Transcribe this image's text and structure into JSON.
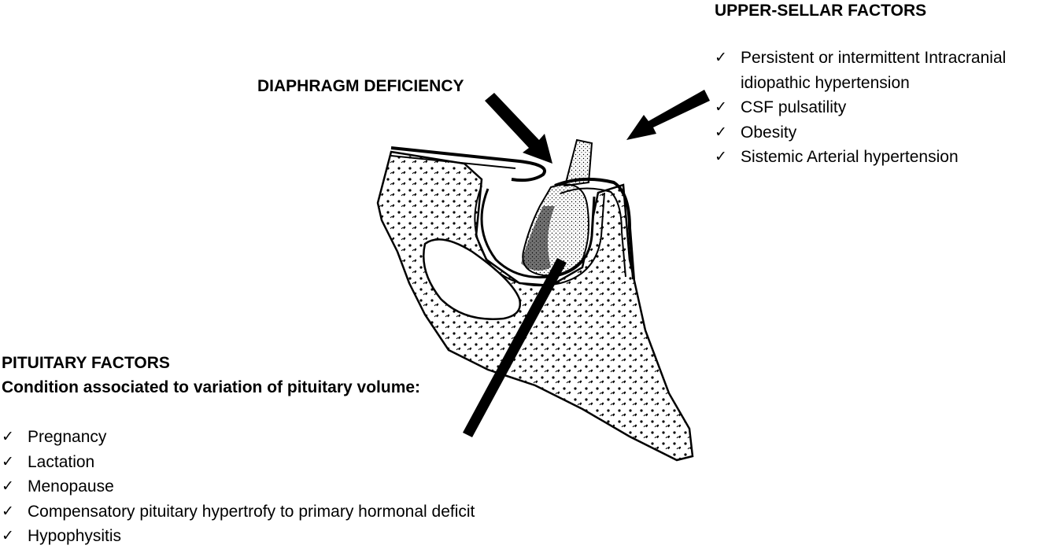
{
  "diaphragm": {
    "label": "DIAPHRAGM DEFICIENCY"
  },
  "upper_sellar": {
    "title": "UPPER-SELLAR FACTORS",
    "items": [
      "Persistent or intermittent Intracranial idiopathic hypertension",
      "CSF pulsatility",
      "Obesity",
      "Sistemic Arterial hypertension"
    ]
  },
  "pituitary": {
    "title": "PITUITARY FACTORS",
    "subtitle": "Condition associated to variation of pituitary volume:",
    "items": [
      "Pregnancy",
      "Lactation",
      "Menopause",
      "Compensatory pituitary hypertrofy to primary hormonal deficit",
      "Hypophysitis"
    ]
  },
  "colors": {
    "ink": "#000000",
    "background": "#ffffff"
  },
  "icons": {
    "check": "check-icon",
    "arrow": "arrow-icon"
  }
}
